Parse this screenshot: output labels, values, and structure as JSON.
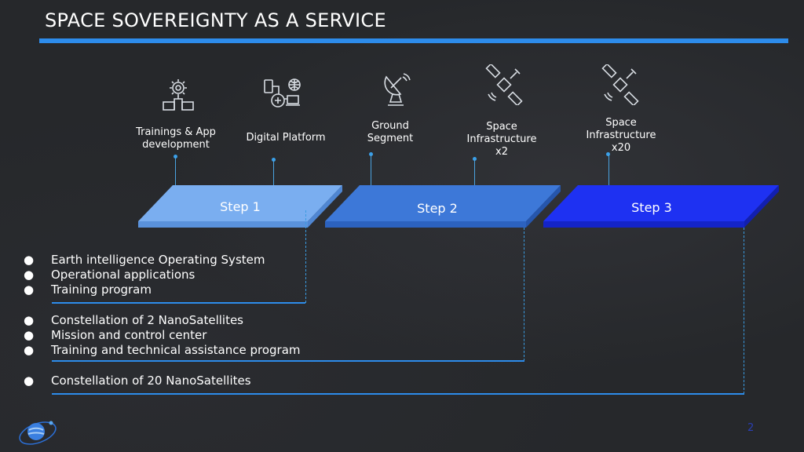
{
  "slide": {
    "title": "SPACE SOVEREIGNTY AS A SERVICE",
    "page_number": "2"
  },
  "pillars": [
    {
      "label": "Trainings & App development",
      "icon": "gear-books-icon"
    },
    {
      "label": "Digital Platform",
      "icon": "devices-network-icon"
    },
    {
      "label": "Ground Segment",
      "icon": "satellite-dish-icon"
    },
    {
      "label": "Space Infrastructure x2",
      "icon": "satellite-icon"
    },
    {
      "label": "Space Infrastructure x20",
      "icon": "satellite-icon"
    }
  ],
  "steps": [
    {
      "label": "Step 1",
      "color": "#7aaef0"
    },
    {
      "label": "Step 2",
      "color": "#3d78d8"
    },
    {
      "label": "Step 3",
      "color": "#1e31f2"
    }
  ],
  "groups": [
    {
      "items": [
        "Earth intelligence Operating System",
        "Operational applications",
        "Training program"
      ]
    },
    {
      "items": [
        "Constellation of 2 NanoSatellites",
        "Mission and control center",
        "Training and technical assistance program"
      ]
    },
    {
      "items": [
        "Constellation of 20 NanoSatellites"
      ]
    }
  ],
  "bullet_char": "●",
  "colors": {
    "accent": "#2d8ceb",
    "background": "#26282b"
  }
}
